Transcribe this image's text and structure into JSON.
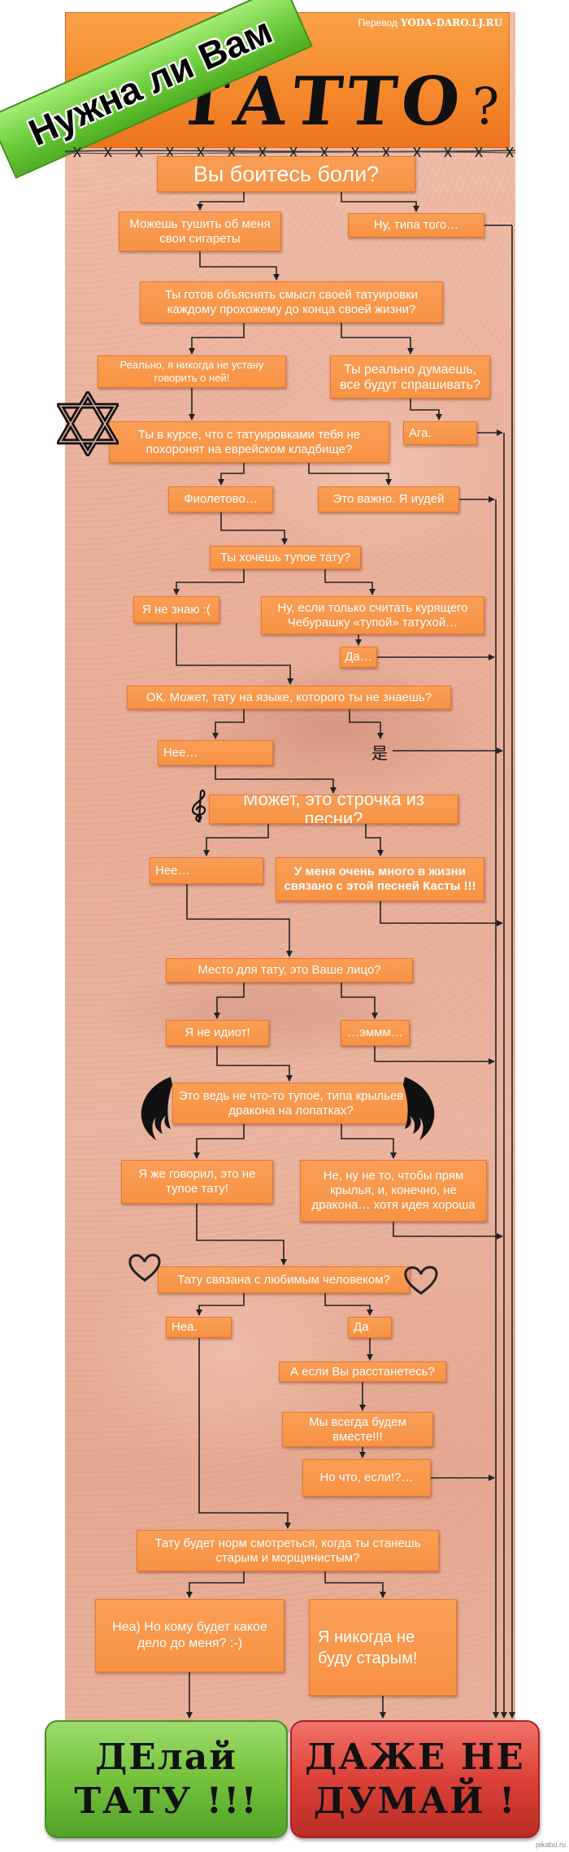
{
  "header": {
    "banner": "Нужна ли Вам",
    "title": "ТАТТО",
    "title_mark": "?",
    "credit_label": "Перевод",
    "credit_site": "YODA-DARO.LJ.RU"
  },
  "nodes": {
    "fear_pain": "Вы боитесь боли?",
    "cigarettes": "Можешь тушить об меня свои сигареты",
    "sort_of": "Ну, типа того…",
    "explain": "Ты готов объяснять смысл своей татуировки каждому прохожему до конца своей жизни?",
    "never_tired": "Реально, я никогда не устану говорить о ней!",
    "really_think": "Ты реально думаешь, все будут спрашивать?",
    "jewish_cemetery": "Ты в курсе, что с татуировками тебя не похоронят на еврейском кладбище?",
    "aga": "Ага.",
    "dont_care": "Фиолетово…",
    "important": "Это важно. Я иудей",
    "stupid_tattoo": "Ты хочешь тупое тату?",
    "dont_know": "Я не знаю :(",
    "cheburashka": "Ну, если только считать курящего Чебурашку «тупой» татухой…",
    "da_1": "Да…",
    "foreign_language": "ОК. Может, тату на языке, которого ты не знаешь?",
    "nee_1": "Нее…",
    "chinese": "是",
    "song_line": "Может, это строчка из песни?",
    "nee_2": "Нее…",
    "kasta": "У меня очень много в жизни связано с этой песней Касты !!!",
    "face": "Место для тату, это Ваше лицо?",
    "not_idiot": "Я не идиот!",
    "emmm": "…эммм…",
    "dragon_wings": "Это ведь не что-то тупое, типа крыльев дракона на лопатках?",
    "told_you": "Я же говорил, это не тупое тату!",
    "not_exactly": "Не, ну не то, чтобы прям крылья, и, конечно, не дракона… хотя идея хороша",
    "loved_one": "Тату связана с любимым человеком?",
    "nea_1": "Неа.",
    "da_2": "Да",
    "break_up": "А если Вы расстанетесь?",
    "together": "Мы всегда будем вместе!!!",
    "what_if": "Но что, если!?…",
    "old_wrinkled": "Тату будет норм смотреться, когда ты станешь старым и морщинистым?",
    "nobody_cares": "Неа) Но кому будет какое дело до меня? :-)",
    "never_old": "Я никогда не буду старым!"
  },
  "outcomes": {
    "do_it": {
      "line1": "ДЕлай",
      "line2": "ТАТУ !!!"
    },
    "dont": {
      "line1": "ДАЖЕ НЕ",
      "line2": "ДУМАЙ !"
    }
  },
  "footer": {
    "watermark": "pikabu.ru"
  },
  "colors": {
    "header": "#f48a2c",
    "box": "#f79243",
    "box_text": "#ffffff",
    "banner": "#6fcf3d",
    "do_it": "#74c23c",
    "dont": "#dc4138",
    "connector": "#222222"
  },
  "icons": [
    "star-of-david-icon",
    "treble-clef-icon",
    "dragon-wing-icon",
    "heart-icon",
    "barbed-wire"
  ]
}
